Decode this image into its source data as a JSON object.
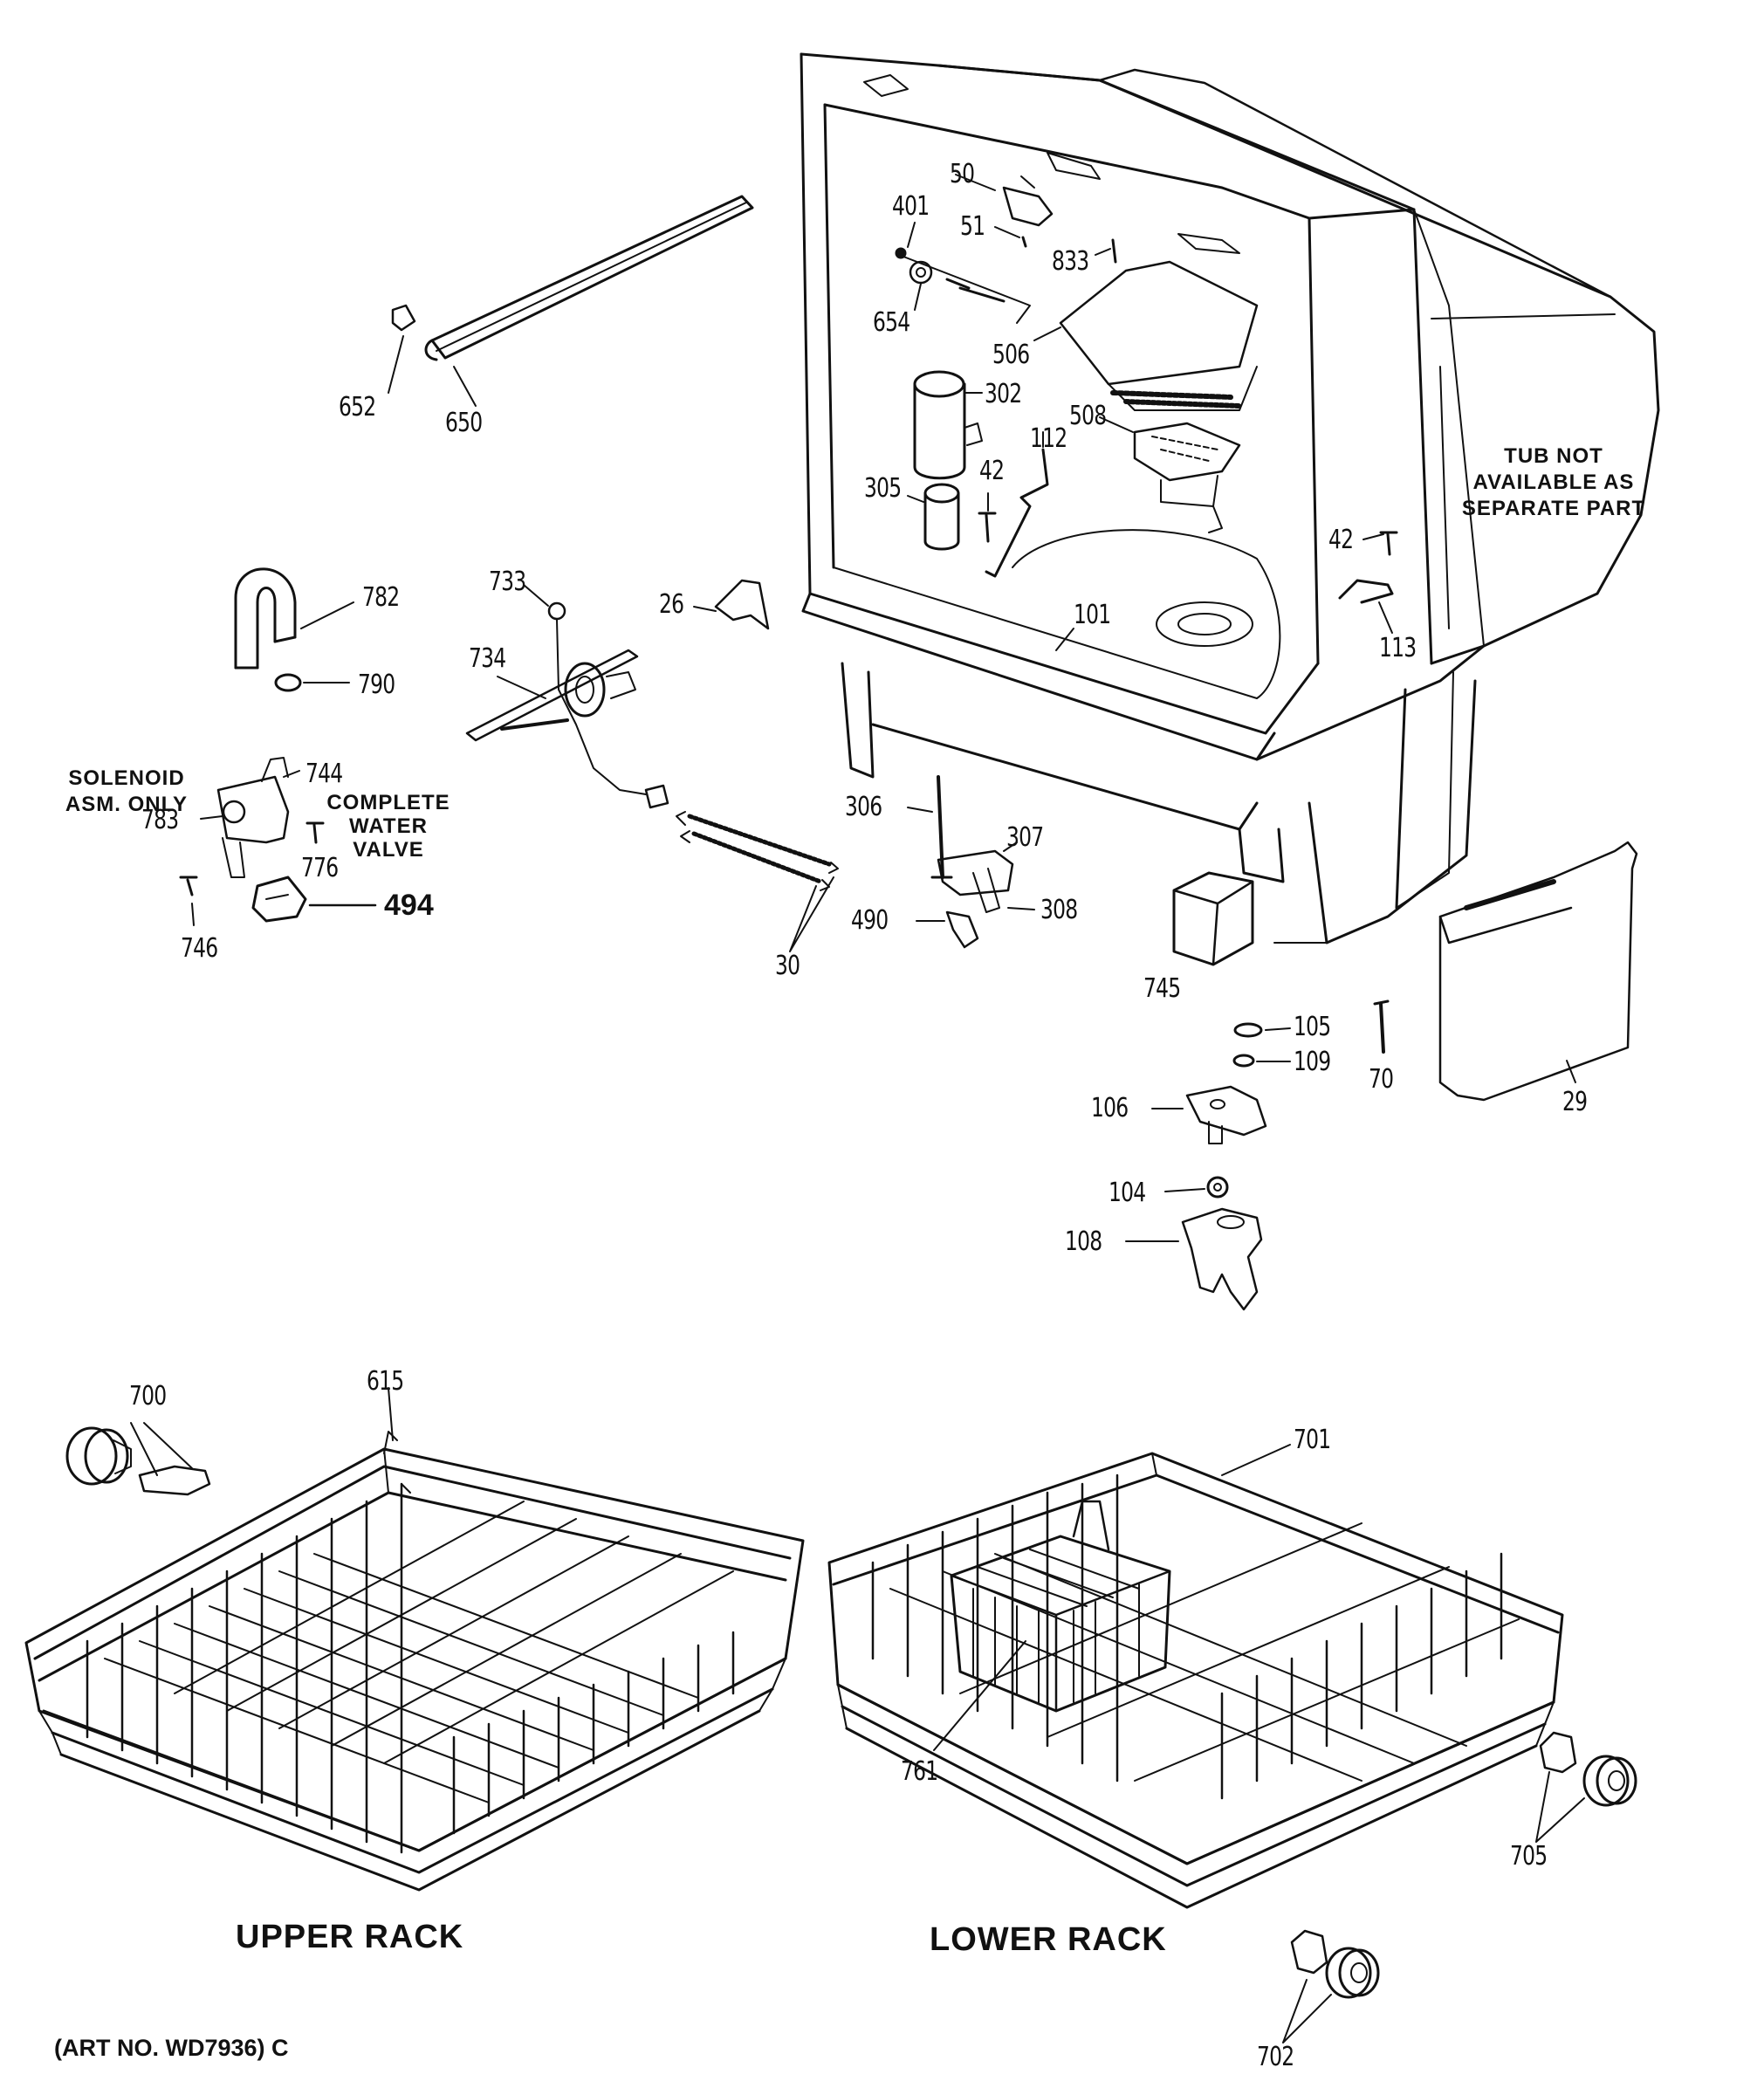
{
  "parts": {
    "p50": "50",
    "p51": "51",
    "p401": "401",
    "p833": "833",
    "p654": "654",
    "p506": "506",
    "p652": "652",
    "p650": "650",
    "p302": "302",
    "p508": "508",
    "p112": "112",
    "p42a": "42",
    "p305": "305",
    "p42b": "42",
    "p113": "113",
    "p782": "782",
    "p733": "733",
    "p26": "26",
    "p101": "101",
    "p734": "734",
    "p790": "790",
    "p744": "744",
    "p783": "783",
    "p776": "776",
    "p494": "494",
    "p746": "746",
    "p30": "30",
    "p306": "306",
    "p307": "307",
    "p308": "308",
    "p490": "490",
    "p745": "745",
    "p105": "105",
    "p109": "109",
    "p70": "70",
    "p29": "29",
    "p106": "106",
    "p104": "104",
    "p108": "108",
    "p700": "700",
    "p615": "615",
    "p701": "701",
    "p761": "761",
    "p705": "705",
    "p702": "702"
  },
  "notes": {
    "tub_line1": "TUB NOT",
    "tub_line2": "AVAILABLE AS",
    "tub_line3": "SEPARATE PART",
    "solenoid_line1": "SOLENOID",
    "solenoid_line2": "ASM. ONLY",
    "valve_line1": "COMPLETE",
    "valve_line2": "WATER",
    "valve_line3": "VALVE"
  },
  "sections": {
    "upper_rack": "UPPER RACK",
    "lower_rack": "LOWER RACK"
  },
  "art_number": "(ART NO. WD7936) C"
}
